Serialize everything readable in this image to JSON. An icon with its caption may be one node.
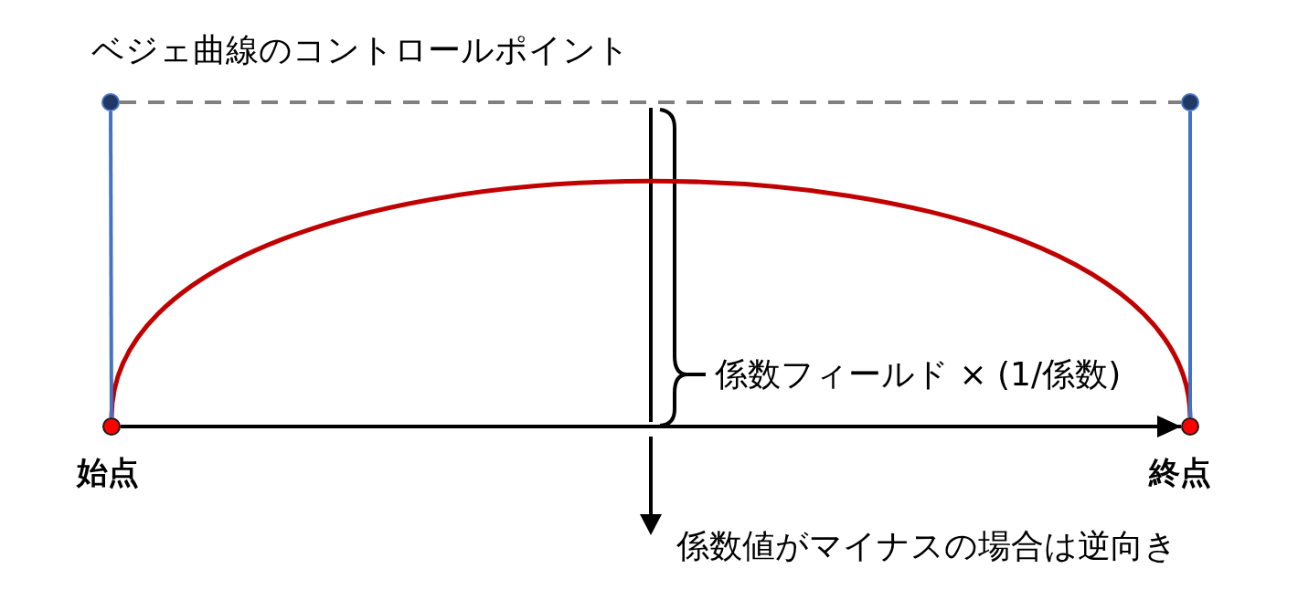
{
  "diagram": {
    "nodes": [
      {
        "text": [],
        "shape": "circle"
      },
      {
        "text": [],
        "shape": "circle"
      },
      {
        "text": [],
        "shape": "circle",
        "beside": [
          "始点"
        ]
      },
      {
        "text": [],
        "shape": "circle",
        "beside": [
          "終点"
        ]
      }
    ],
    "edges": [
      {
        "from": 2,
        "to": 0,
        "arrow": "none",
        "color": "#4472c4"
      },
      {
        "from": 3,
        "to": 1,
        "arrow": "none",
        "color": "#4472c4"
      },
      {
        "from": 0,
        "to": 1,
        "arrow": "none",
        "style": "dashed",
        "color": "#808080"
      },
      {
        "from": 2,
        "to": 3,
        "arrow": "none",
        "color": "#c00000"
      },
      {
        "from": 2,
        "to": 3,
        "arrow": "to",
        "color": "#000000"
      }
    ],
    "labels": [
      "ベジェ曲線のコントロールポイント",
      "係数フィールド × (1/係数)",
      "係数値がマイナスの場合は逆向き"
    ]
  }
}
